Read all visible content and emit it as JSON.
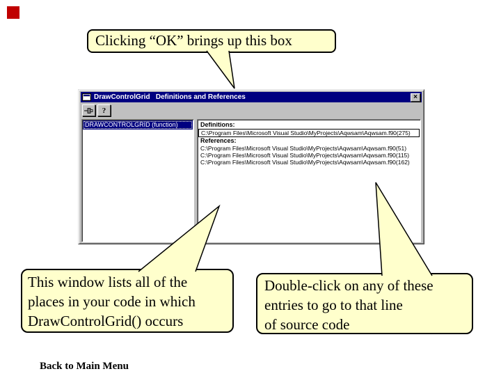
{
  "slide": {
    "marker_color": "#c00000",
    "back_link_label": "Back to Main Menu"
  },
  "callouts": {
    "fill": "#ffffcc",
    "border": "#000000",
    "top": {
      "text": "Clicking “OK” brings up this box"
    },
    "bottom_left": {
      "lines": [
        "This window lists all of the",
        "places in your code in which",
        "DrawControlGrid() occurs"
      ]
    },
    "bottom_right": {
      "lines": [
        "Double-click on any of these",
        "entries to go to that line",
        "of source code"
      ]
    }
  },
  "window": {
    "title": "DrawControlGrid   Definitions and References",
    "titlebar_color": "#000080",
    "chrome_color": "#c0c0c0",
    "close_glyph": "×",
    "toolbar": {
      "pin_icon": "pushpin-icon",
      "help_glyph": "?"
    },
    "symbol_list": {
      "selected": "DRAWCONTROLGRID (function)"
    },
    "results": {
      "definitions_label": "Definitions:",
      "definitions": [
        "C:\\Program Files\\Microsoft Visual Studio\\MyProjects\\Aqwsam\\Aqwsam.f90(275)"
      ],
      "references_label": "References:",
      "references": [
        "C:\\Program Files\\Microsoft Visual Studio\\MyProjects\\Aqwsam\\Aqwsam.f90(51)",
        "C:\\Program Files\\Microsoft Visual Studio\\MyProjects\\Aqwsam\\Aqwsam.f90(115)",
        "C:\\Program Files\\Microsoft Visual Studio\\MyProjects\\Aqwsam\\Aqwsam.f90(162)"
      ]
    }
  }
}
